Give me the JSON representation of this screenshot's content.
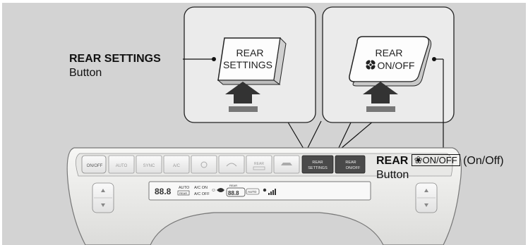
{
  "callouts": {
    "rear_settings": {
      "bold": "REAR SETTINGS",
      "line2": "Button"
    },
    "rear_onoff": {
      "bold": "REAR",
      "boxed": "ON/OFF",
      "suffix": "(On/Off)",
      "line2": "Button",
      "icon": "fan-icon"
    }
  },
  "zoom_left": {
    "label_line1": "REAR",
    "label_line2": "SETTINGS",
    "arrow": "push-arrow-icon"
  },
  "zoom_right": {
    "label_line1": "REAR",
    "label_line2": "ON/OFF",
    "icon": "fan-icon",
    "arrow": "push-arrow-icon"
  },
  "panel": {
    "buttons": [
      "ON/OFF",
      "AUTO",
      "SYNC",
      "A/C",
      "",
      "",
      "REAR",
      "",
      "REAR SETTINGS",
      "REAR ON/OFF"
    ],
    "display": {
      "left_temp": "88.8",
      "auto": "AUTO",
      "rear_badge": "REAR",
      "ac_on": "A/C ON",
      "ac_off": "A/C OFF",
      "rear_small": "REAR",
      "right_temp": "88.8",
      "right_auto": "AUTO"
    }
  },
  "colors": {
    "background": "#d3d3d3",
    "panel": "#f0f0ee",
    "button_dark": "#4a4a4a",
    "arrow": "#333333"
  }
}
